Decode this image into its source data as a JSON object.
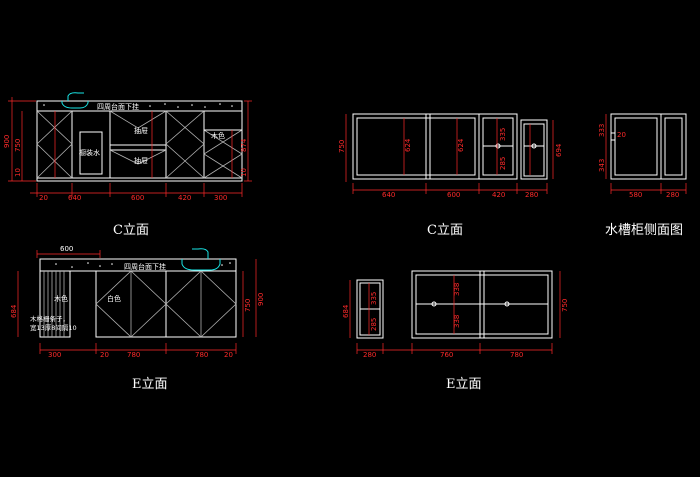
{
  "drawings": {
    "c_elevation_front": {
      "caption": "C立面",
      "labels": {
        "countertop": "四周台面下挂",
        "water_purifier": "橱装水",
        "drawer_top": "抽屉",
        "drawer_bottom": "抽屉",
        "wood_color": "木色"
      },
      "dims_bottom": [
        "20",
        "640",
        "600",
        "420",
        "300"
      ],
      "dims_left": [
        "900",
        "750",
        "10"
      ],
      "dims_right": [
        "874",
        "10"
      ]
    },
    "c_elevation_interior": {
      "caption": "C立面",
      "dims_bottom": [
        "640",
        "600",
        "420",
        "280"
      ],
      "dims_left": [
        "750"
      ],
      "dims_inner": [
        "624",
        "624",
        "335",
        "285",
        "694"
      ]
    },
    "sink_cabinet_side": {
      "caption": "水槽柜侧面图",
      "dims_bottom": [
        "580",
        "280"
      ],
      "dims_inner": [
        "333",
        "20",
        "343"
      ]
    },
    "e_elevation_front": {
      "caption": "E立面",
      "labels": {
        "top_width": "600",
        "countertop": "四周台面下挂",
        "wood_color": "木色",
        "white": "白色",
        "slats_note_1": "木格栅条子，",
        "slats_note_2": "宽13厚8间隔10"
      },
      "dims_bottom": [
        "300",
        "20",
        "780",
        "780",
        "20"
      ],
      "dims_left": [
        "684"
      ],
      "dims_right": [
        "750",
        "900"
      ]
    },
    "e_elevation_interior": {
      "caption": "E立面",
      "dims_bottom": [
        "280",
        "760",
        "780"
      ],
      "dims_left": [
        "684"
      ],
      "dims_inner": [
        "335",
        "285",
        "338",
        "338"
      ],
      "dims_right": [
        "750"
      ]
    }
  }
}
